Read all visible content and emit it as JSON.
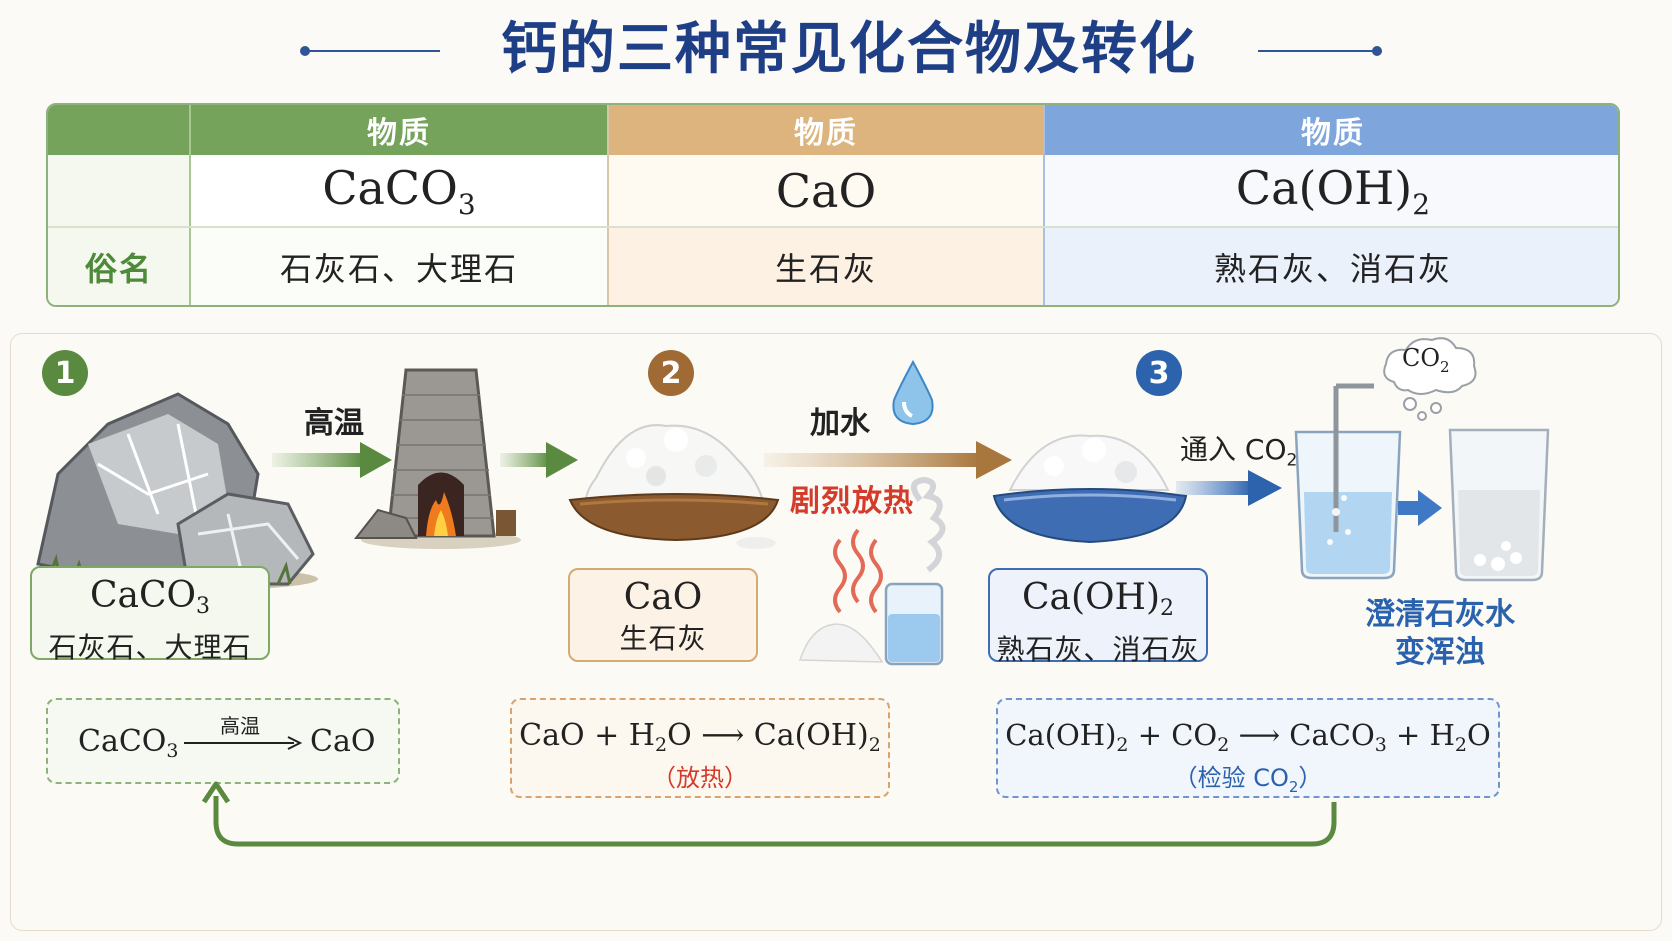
{
  "title": "钙的三种常见化合物及转化",
  "colors": {
    "green": "#76a35c",
    "orange": "#ddb47e",
    "blue": "#7ea6dc",
    "title_blue": "#1e3f86",
    "red": "#d43b2a"
  },
  "table": {
    "header_label": "物质",
    "alias_row_label": "俗名",
    "columns": [
      {
        "formula_main": "CaCO",
        "formula_sub": "3",
        "formula_tail": "",
        "alias": "石灰石、大理石",
        "theme": "green"
      },
      {
        "formula_main": "CaO",
        "formula_sub": "",
        "formula_tail": "",
        "alias": "生石灰",
        "theme": "orange"
      },
      {
        "formula_main": "Ca(OH)",
        "formula_sub": "2",
        "formula_tail": "",
        "alias": "熟石灰、消石灰",
        "theme": "blue"
      }
    ]
  },
  "flow": {
    "steps": [
      {
        "badge": "1",
        "formula_main": "CaCO",
        "formula_sub": "3",
        "alias": "石灰石、大理石",
        "icon": "limestone-rock-icon"
      },
      {
        "badge": "2",
        "formula_main": "CaO",
        "formula_sub": "",
        "alias": "生石灰",
        "icon": "quicklime-bowl-icon"
      },
      {
        "badge": "3",
        "formula_main": "Ca(OH)",
        "formula_sub": "2",
        "alias": "熟石灰、消石灰",
        "icon": "slaked-lime-bowl-icon"
      }
    ],
    "condition_heat": "高温",
    "condition_water": "加水",
    "heat_release": "剧烈放热",
    "co2_in_main": "通入 CO",
    "co2_in_sub": "2",
    "cloud_main": "CO",
    "cloud_sub": "2",
    "result_line1": "澄清石灰水",
    "result_line2": "变浑浊",
    "icons": [
      "lime-kiln-icon",
      "water-drop-icon",
      "steam-beaker-icon",
      "beaker-with-tube-icon",
      "cloudy-beaker-icon",
      "co2-cloud-icon"
    ]
  },
  "equations": [
    {
      "parts": [
        "CaCO",
        "3",
        "CaO"
      ],
      "condition": "高温",
      "note": ""
    },
    {
      "parts": [
        "CaO + H",
        "2",
        "O ⟶ Ca(OH)",
        "2"
      ],
      "condition": "",
      "note": "（放热）"
    },
    {
      "parts": [
        "Ca(OH)",
        "2",
        " + CO",
        "2",
        " ⟶ CaCO",
        "3",
        " + H",
        "2",
        "O"
      ],
      "condition": "",
      "note_main": "（检验 CO",
      "note_sub": "2",
      "note_tail": "）"
    }
  ]
}
